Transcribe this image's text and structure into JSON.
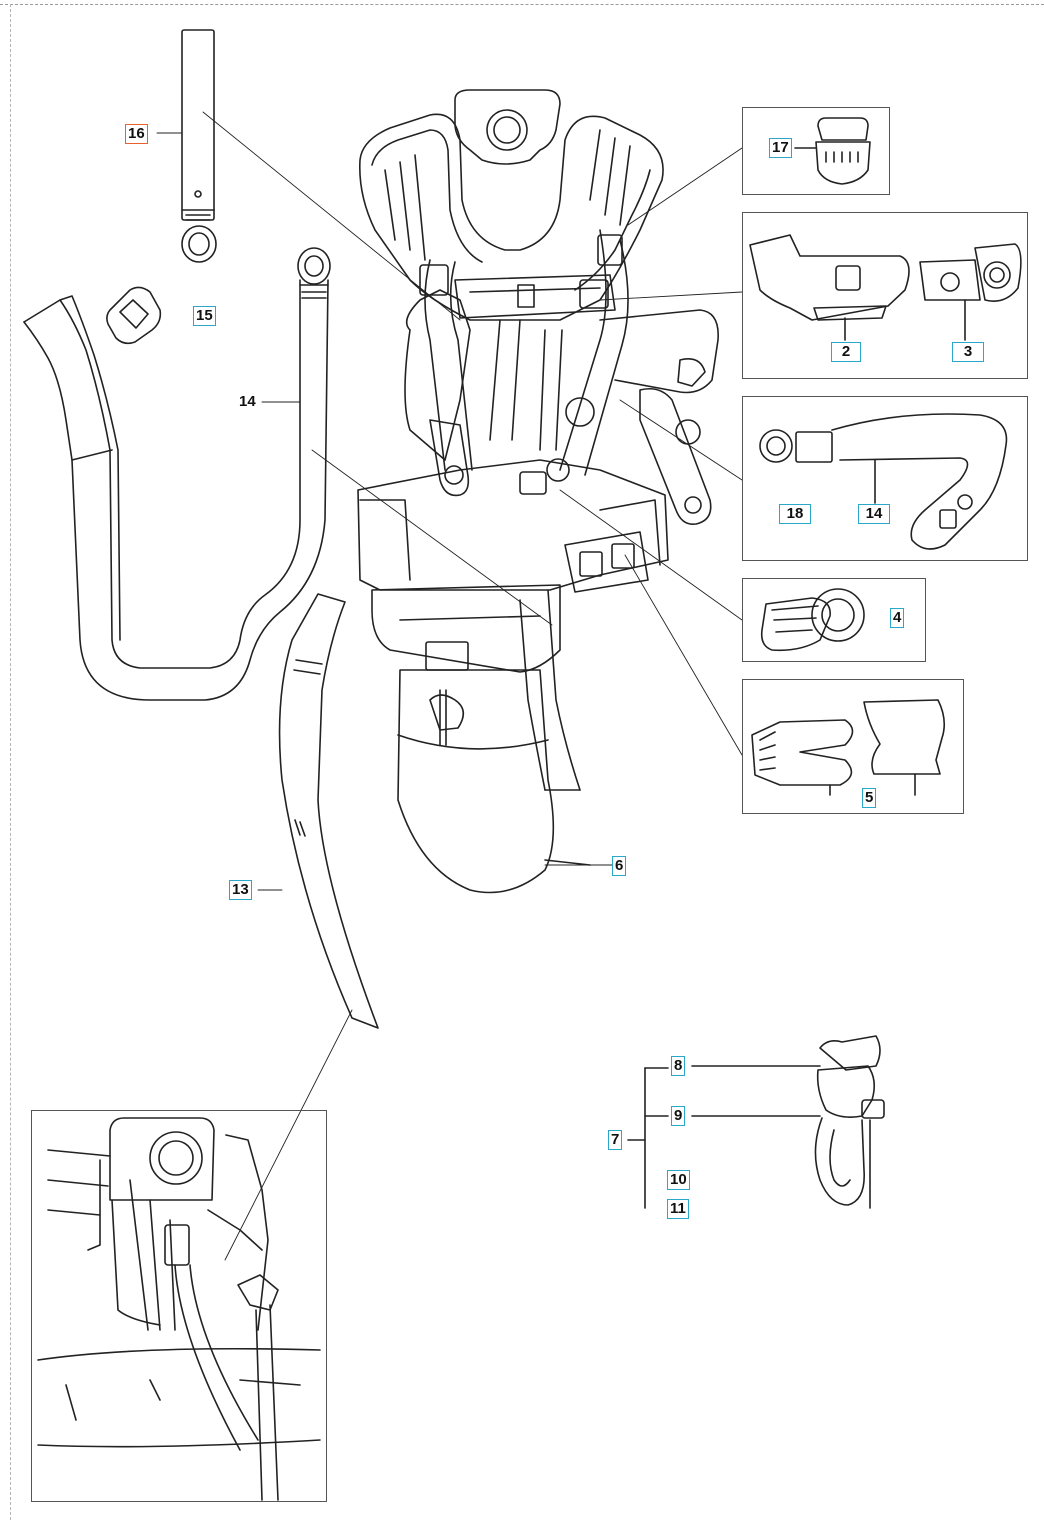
{
  "diagram": {
    "kind": "exploded parts diagram",
    "subject": "harness",
    "colors": {
      "line": "#222222",
      "callout_border": "#2aa7c9",
      "selected_border": "#e8602c",
      "frame": "#9a9a9a"
    }
  },
  "callouts": {
    "c16": "16",
    "c15": "15",
    "c14a": "14",
    "c17": "17",
    "c2": "2",
    "c3": "3",
    "c18": "18",
    "c14b": "14",
    "c4": "4",
    "c5": "5",
    "c6": "6",
    "c13": "13",
    "c8": "8",
    "c9": "9",
    "c7": "7",
    "c10": "10",
    "c11": "11"
  },
  "selected_callout": "16"
}
